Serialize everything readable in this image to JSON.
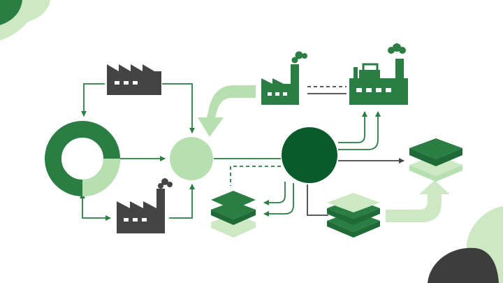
{
  "colors": {
    "background": "#ffffff",
    "dark_green": "#0b5a2c",
    "mid_green": "#2a7d43",
    "light_green": "#b8dfaf",
    "pale_green": "#cde9c4",
    "charcoal": "#444444",
    "blob_dark": "#3d3d3d"
  },
  "nodes": [
    {
      "id": "factory-top-left",
      "icon": "factory-icon",
      "color": "charcoal"
    },
    {
      "id": "factory-bottom-left",
      "icon": "factory-chimney-icon",
      "color": "charcoal"
    },
    {
      "id": "donut-ring",
      "icon": "ring-chart-icon",
      "color": "mid_green"
    },
    {
      "id": "collector-circle",
      "icon": "circle-icon",
      "color": "light_green"
    },
    {
      "id": "central-hub",
      "icon": "circle-icon",
      "color": "dark_green"
    },
    {
      "id": "factory-green",
      "icon": "factory-chimney-icon",
      "color": "mid_green"
    },
    {
      "id": "plant-green",
      "icon": "industrial-plant-icon",
      "color": "mid_green"
    },
    {
      "id": "layer-stack-left",
      "icon": "layer-stack-icon",
      "color": "mid_green"
    },
    {
      "id": "layer-stack-middle",
      "icon": "layer-stack-icon",
      "color": "mid_green"
    },
    {
      "id": "layer-stack-right",
      "icon": "layer-stack-icon",
      "color": "mid_green"
    }
  ],
  "connectors": [
    {
      "from": "factory-top-left",
      "to": "donut-ring",
      "style": "solid"
    },
    {
      "from": "factory-top-left",
      "to": "collector-circle",
      "style": "solid"
    },
    {
      "from": "donut-ring",
      "to": "collector-circle",
      "style": "solid"
    },
    {
      "from": "donut-ring",
      "to": "factory-bottom-left",
      "style": "double-arrow"
    },
    {
      "from": "factory-bottom-left",
      "to": "collector-circle",
      "style": "solid"
    },
    {
      "from": "factory-green",
      "to": "collector-circle",
      "style": "wide-arrow"
    },
    {
      "from": "factory-green",
      "to": "plant-green",
      "style": "dashed"
    },
    {
      "from": "collector-circle",
      "to": "central-hub",
      "style": "solid"
    },
    {
      "from": "central-hub",
      "to": "plant-green",
      "style": "double-line"
    },
    {
      "from": "central-hub",
      "to": "layer-stack-right",
      "style": "solid"
    },
    {
      "from": "central-hub",
      "to": "layer-stack-left",
      "style": "double-line"
    },
    {
      "from": "central-hub",
      "to": "layer-stack-left",
      "style": "dashed"
    },
    {
      "from": "central-hub",
      "to": "layer-stack-middle",
      "style": "solid"
    },
    {
      "from": "layer-stack-middle",
      "to": "layer-stack-right",
      "style": "wide-arrow"
    }
  ]
}
